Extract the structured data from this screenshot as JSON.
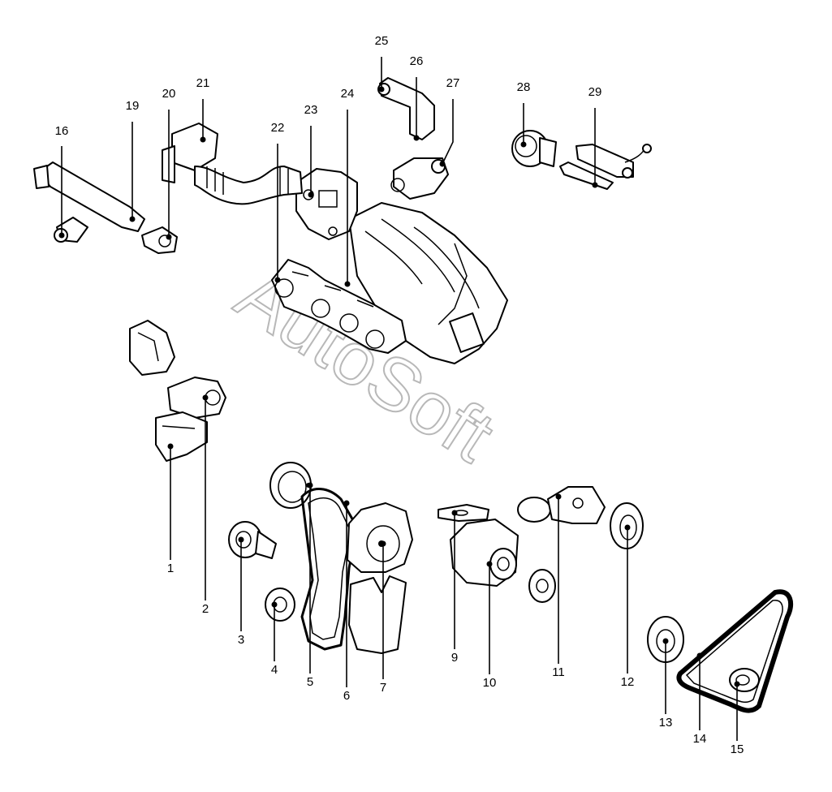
{
  "watermark": "AutoSoft",
  "callouts": [
    {
      "id": "c1",
      "label": "1"
    },
    {
      "id": "c2",
      "label": "2"
    },
    {
      "id": "c3",
      "label": "3"
    },
    {
      "id": "c4",
      "label": "4"
    },
    {
      "id": "c5",
      "label": "5"
    },
    {
      "id": "c6",
      "label": "6"
    },
    {
      "id": "c7",
      "label": "7"
    },
    {
      "id": "c9",
      "label": "9"
    },
    {
      "id": "c10",
      "label": "10"
    },
    {
      "id": "c11",
      "label": "11"
    },
    {
      "id": "c12",
      "label": "12"
    },
    {
      "id": "c13",
      "label": "13"
    },
    {
      "id": "c14",
      "label": "14"
    },
    {
      "id": "c15",
      "label": "15"
    },
    {
      "id": "c16",
      "label": "16"
    },
    {
      "id": "c19",
      "label": "19"
    },
    {
      "id": "c20",
      "label": "20"
    },
    {
      "id": "c21",
      "label": "21"
    },
    {
      "id": "c22",
      "label": "22"
    },
    {
      "id": "c23",
      "label": "23"
    },
    {
      "id": "c24",
      "label": "24"
    },
    {
      "id": "c25",
      "label": "25"
    },
    {
      "id": "c26",
      "label": "26"
    },
    {
      "id": "c27",
      "label": "27"
    },
    {
      "id": "c28",
      "label": "28"
    },
    {
      "id": "c29",
      "label": "29"
    }
  ]
}
